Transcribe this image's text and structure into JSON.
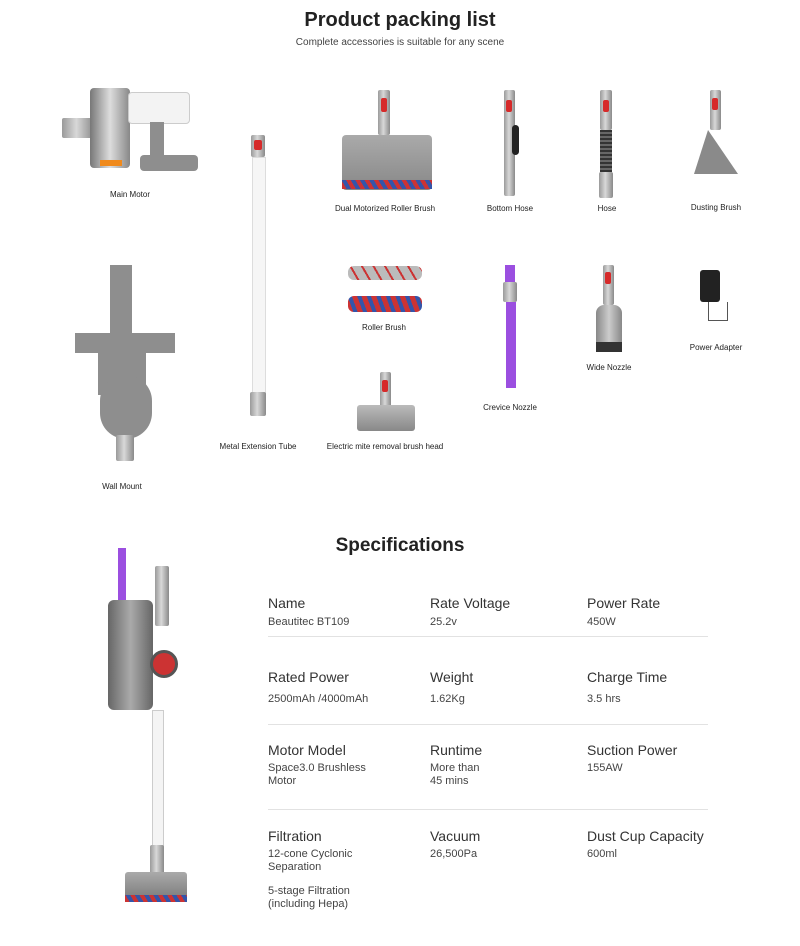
{
  "packing": {
    "title": "Product packing list",
    "subtitle": "Complete accessories is suitable for any scene",
    "items": [
      {
        "label": "Main Motor"
      },
      {
        "label": "Dual Motorized Roller Brush"
      },
      {
        "label": "Bottom Hose"
      },
      {
        "label": "Hose"
      },
      {
        "label": "Dusting Brush"
      },
      {
        "label": "Roller Brush"
      },
      {
        "label": "Power Adapter"
      },
      {
        "label": "Wide Nozzle"
      },
      {
        "label": "Crevice Nozzle"
      },
      {
        "label": "Metal Extension Tube"
      },
      {
        "label": "Electric mite removal brush head"
      },
      {
        "label": "Wall Mount"
      }
    ]
  },
  "specs": {
    "title": "Specifications",
    "rows": [
      [
        {
          "name": "Name",
          "value": [
            "Beautitec BT109"
          ]
        },
        {
          "name": "Rate Voltage",
          "value": [
            "25.2v"
          ]
        },
        {
          "name": "Power Rate",
          "value": [
            "450W"
          ]
        }
      ],
      [
        {
          "name": "Rated Power",
          "value": [
            "2500mAh /4000mAh"
          ]
        },
        {
          "name": "Weight",
          "value": [
            "1.62Kg"
          ]
        },
        {
          "name": "Charge Time",
          "value": [
            "3.5 hrs"
          ]
        }
      ],
      [
        {
          "name": "Motor Model",
          "value": [
            "Space3.0 Brushless",
            "Motor"
          ]
        },
        {
          "name": "Runtime",
          "value": [
            "More than",
            "45 mins"
          ]
        },
        {
          "name": "Suction Power",
          "value": [
            "155AW"
          ]
        }
      ],
      [
        {
          "name": "Filtration",
          "value": [
            "12-cone Cyclonic",
            "Separation"
          ],
          "extra": [
            "5-stage Filtration",
            "(including Hepa)"
          ]
        },
        {
          "name": "Vacuum",
          "value": [
            "26,500Pa"
          ]
        },
        {
          "name": "Dust Cup Capacity",
          "value": [
            "600ml"
          ]
        }
      ]
    ]
  },
  "colors": {
    "accent_red": "#d62a2a",
    "purple": "#9b4fe0",
    "gray": "#8e8e8e"
  }
}
